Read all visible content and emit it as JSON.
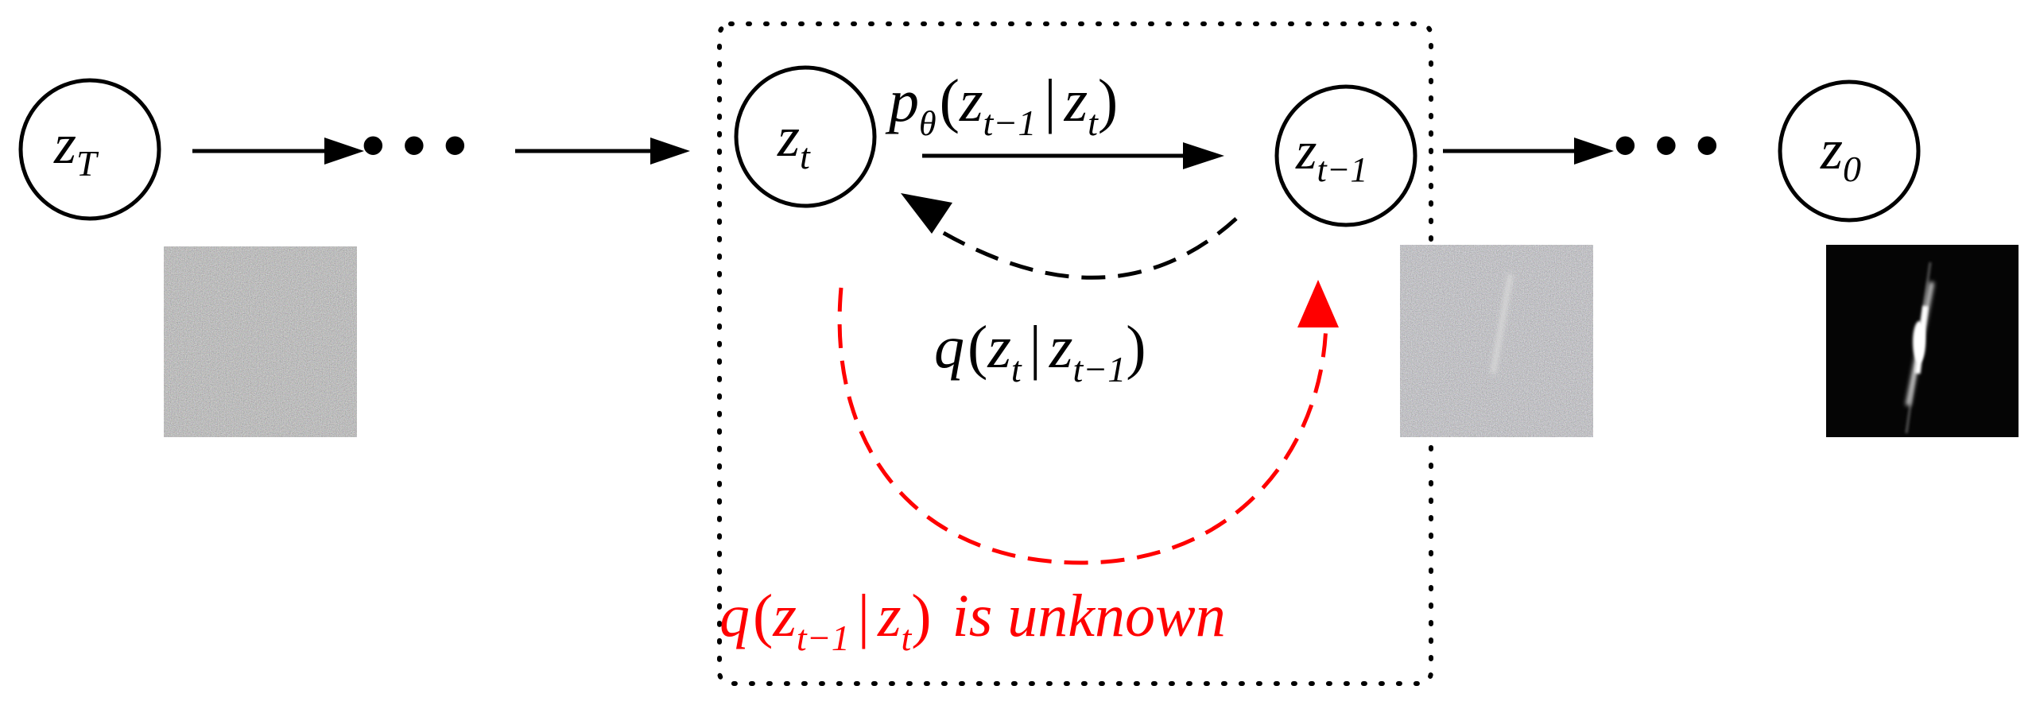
{
  "nodes": {
    "zT": {
      "base": "z",
      "sub": "T"
    },
    "zt": {
      "base": "z",
      "sub": "t"
    },
    "ztm1": {
      "base": "z",
      "sub": "t−1"
    },
    "z0": {
      "base": "z",
      "sub": "0"
    }
  },
  "ellipsis": "• • •",
  "labels": {
    "p_theta": {
      "p": "p",
      "theta": "θ",
      "open": "(",
      "z1": "z",
      "sub1": "t−1",
      "bar": "|",
      "z2": "z",
      "sub2": "t",
      "close": ")"
    },
    "q_forward": {
      "q": "q",
      "open": "(",
      "z1": "z",
      "sub1": "t",
      "bar": "|",
      "z2": "z",
      "sub2": "t−1",
      "close": ")"
    },
    "q_unknown": {
      "q": "q",
      "open": "(",
      "z1": "z",
      "sub1": "t−1",
      "bar": "|",
      "z2": "z",
      "sub2": "t",
      "close": ")",
      "suffix": "is unknown"
    }
  },
  "colors": {
    "ink": "#000000",
    "accent": "#ff0000",
    "noise_bg": "#7b7b7b",
    "clean_bg": "#050505"
  }
}
